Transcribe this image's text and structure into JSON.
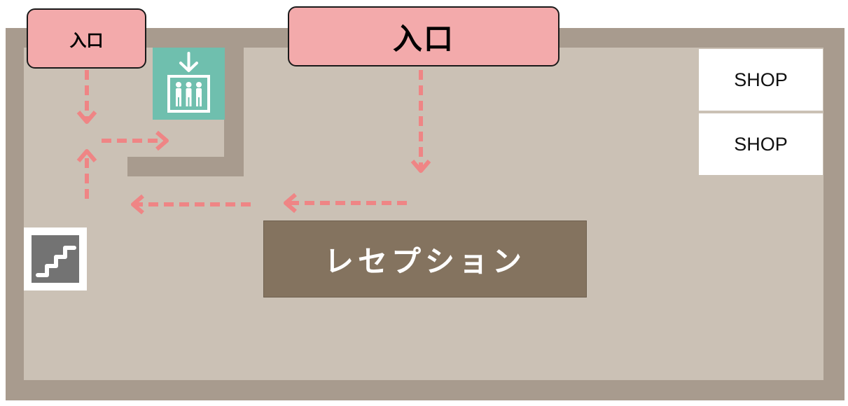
{
  "entrances": {
    "small_label": "入口",
    "main_label": "入口"
  },
  "shops": [
    {
      "label": "SHOP"
    },
    {
      "label": "SHOP"
    }
  ],
  "reception": {
    "label": "レセプション"
  },
  "icons": {
    "elevator": "elevator-icon",
    "stairs": "stairs-icon"
  },
  "colors": {
    "wall": "#a89b8e",
    "floor": "#cbc1b5",
    "entrance_fill": "#f3aaab",
    "arrow": "#ef8585",
    "reception_fill": "#84735f",
    "elevator_fill": "#6fbfae",
    "stairs_fill": "#737373"
  }
}
